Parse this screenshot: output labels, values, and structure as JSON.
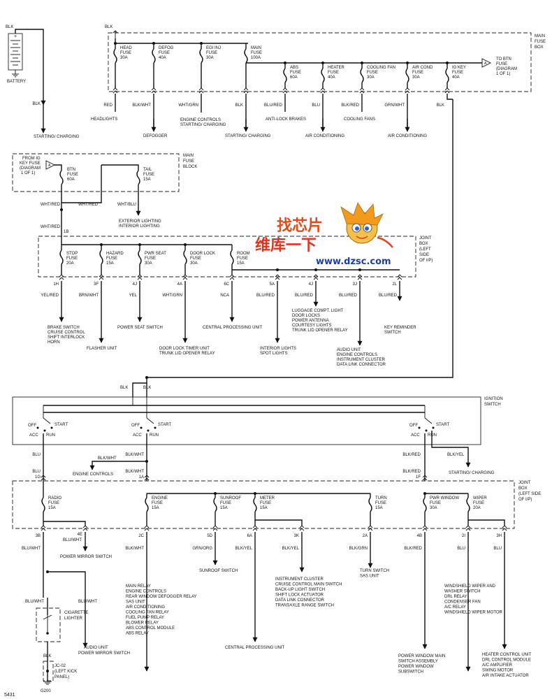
{
  "figure_id": "5431",
  "battery": {
    "label": "BATTERY",
    "wire": "BLK",
    "dest": "STARTING/ CHARGING"
  },
  "main_fuse_box": {
    "label": [
      "MAIN",
      "FUSE",
      "BOX"
    ],
    "feed_wire": "BLK",
    "to_btn": [
      "TO BTN",
      "FUSE",
      "(DIAGRAM",
      "1 OF 1)"
    ],
    "fuses": [
      {
        "name": [
          "HEAD",
          "FUSE",
          "30A"
        ],
        "wire": "RED",
        "dest": [
          "HEADLIGHTS"
        ]
      },
      {
        "name": [
          "DEFOG",
          "FUSE",
          "40A"
        ],
        "wire": "BLK/WHT",
        "dest": [
          "DEFOGGER"
        ]
      },
      {
        "name": [
          "EGI INJ",
          "FUSE",
          "30A"
        ],
        "wire": "WHT/GRN",
        "dest": [
          "ENGINE CONTROLS",
          "STARTING/ CHARGING"
        ]
      },
      {
        "name": [
          "MAIN",
          "FUSE",
          "100A"
        ],
        "wire": "BLK",
        "dest": [
          "STARTING/ CHARGING"
        ]
      },
      {
        "name": [
          "ABS",
          "FUSE",
          "60A"
        ],
        "wire": "BLU/RED",
        "dest": [
          "ANTI-LOCK BRAKES"
        ]
      },
      {
        "name": [
          "HEATER",
          "FUSE",
          "40A"
        ],
        "wire": "BLU",
        "dest": [
          "AIR CONDITIONING"
        ]
      },
      {
        "name": [
          "COOLING FAN",
          "FUSE",
          "30A"
        ],
        "wire": "BLK/RED",
        "dest": [
          "COOLING FANS"
        ]
      },
      {
        "name": [
          "AIR COND",
          "FUSE",
          "30A"
        ],
        "wire": "GRN/WHT",
        "dest": [
          "AIR CONDITIONING"
        ]
      },
      {
        "name": [
          "IG KEY",
          "FUSE",
          "40A"
        ],
        "wire": "BLK",
        "dest": []
      }
    ]
  },
  "main_fuse_block": {
    "label": [
      "MAIN",
      "FUSE",
      "BLOCK"
    ],
    "from": [
      "FROM IG",
      "KEY FUSE",
      "(DIAGRAM",
      "1 OF 1)"
    ],
    "btn_fuse": [
      "BTN",
      "FUSE",
      "60A"
    ],
    "tail_fuse": [
      "TAIL",
      "FUSE",
      "15A"
    ],
    "wire1": "WHT/RED",
    "wire2": "WHT/RED",
    "wire3": "WHT/BLU",
    "wire4": "WHT/RED",
    "pin": "1B",
    "tail_dest": [
      "EXTERIOR LIGHTING",
      "INTERIOR LIGHTING"
    ]
  },
  "joint_box_1": {
    "label": [
      "JOINT",
      "BOX",
      "(LEFT",
      "SIDE",
      "OF I/P)"
    ],
    "fuses": [
      {
        "name": [
          "STOP",
          "FUSE",
          "20A"
        ],
        "pin": "1H",
        "wire": "YEL/RED",
        "dest": [
          "BRAKE SWITCH",
          "CRUISE CONTROL",
          "SHIFT INTERLOCK",
          "HORN"
        ]
      },
      {
        "name": [
          "HAZARD",
          "FUSE",
          "15A"
        ],
        "pin": "3F",
        "wire": "BRN/WHT",
        "dest": [
          "FLASHER UNIT"
        ]
      },
      {
        "name": [
          "PWR SEAT",
          "FUSE",
          "30A"
        ],
        "pin": "4J",
        "wire": "YEL",
        "dest": [
          "POWER SEAT SWITCH"
        ]
      },
      {
        "name": [
          "DOOR LOCK",
          "FUSE",
          "30A"
        ],
        "pin": "4A",
        "wire": "WHT/GRN",
        "dest": [
          "DOOR LOCK TIMER UNIT",
          "TRUNK LID OPENER RELAY"
        ]
      },
      {
        "name": [
          "ROOM",
          "FUSE",
          "15A"
        ],
        "pin": "6C",
        "wire": "NCA",
        "dest": [
          "CENTRAL PROCESSING UNIT"
        ]
      }
    ],
    "room_branches": [
      {
        "pin": "5A",
        "wire": "BLU/RED",
        "dest": [
          "INTERIOR LIGHTS",
          "SPOT LIGHTS"
        ]
      },
      {
        "pin": "4J",
        "wire": "BLU/RED",
        "dest": [
          "LUGGAGE COMPT. LIGHT",
          "DOOR LOCKS",
          "POWER ANTENNA",
          "COURTESY LIGHTS",
          "TRUNK LID OPENER RELAY"
        ]
      },
      {
        "pin": "3J",
        "wire": "BLU/RED",
        "dest": [
          "AUDIO UNIT",
          "ENGINE CONTROLS",
          "INSTRUMENT CLUSTER",
          "DATA LINK CONNECTOR"
        ]
      },
      {
        "pin": "2L",
        "wire": "BLU/RED",
        "dest": [
          "KEY REMINDER",
          "SWITCH"
        ]
      }
    ]
  },
  "ignition": {
    "label": [
      "IGNITION",
      "SWITCH"
    ],
    "in_wires": [
      "BLK",
      "BLK"
    ],
    "positions": {
      "off": "OFF",
      "acc": "ACC",
      "start": "START",
      "run": "RUN"
    },
    "out_wires": {
      "acc1": "BLU",
      "run1": "BLK/WHT",
      "acc2": "BLK/RED",
      "start": "BLK/YEL",
      "acc1_pin": "BLU",
      "run1_pin": "BLK/WHT",
      "acc2_pin": "BLK/RED",
      "pin_acc1": "1G",
      "pin_run1": "1A",
      "pin_acc2": "1F",
      "engine_branch_wire": "BLK/WHT",
      "engine_branch_dest": "ENGINE CONTROLS",
      "start_dest": "STARTING/ CHARGING"
    }
  },
  "joint_box_2": {
    "label": [
      "JOINT",
      "BOX",
      "(LEFT SIDE",
      "OF I/P)"
    ],
    "fuses": [
      {
        "name": [
          "RADIO",
          "FUSE",
          "15A"
        ],
        "pin": "3B",
        "wire": "BLU/WHT"
      },
      {
        "name": [
          "ENGINE",
          "FUSE",
          "15A"
        ],
        "pin": "2C",
        "wire": "BLK/WHT",
        "dest": [
          "MAIN RELAY",
          "ENGINE CONTROLS",
          "REAR WINDOW DEFOGGER RELAY",
          "SAS UNIT",
          "AIR CONDITIONING",
          "COOLING FAN RELAY",
          "FUEL PUMP RELAY",
          "BLOWER RELAY",
          "ABS CONTROL MODULE",
          "ABS RELAY"
        ]
      },
      {
        "name": [
          "SUNROOF",
          "FUSE",
          "15A"
        ],
        "pin": "5D",
        "wire": "GRN/ORG",
        "dest": [
          "SUNROOF SWITCH"
        ]
      },
      {
        "name": [
          "METER",
          "FUSE",
          "15A"
        ],
        "pin": "6A",
        "wire": "BLK/YEL",
        "dest": [
          "CENTRAL PROCESSING UNIT"
        ]
      },
      {
        "name": [
          "TURN",
          "FUSE",
          "15A"
        ],
        "pin": "2A",
        "wire": "BLK/GRN",
        "dest": [
          "TURN SWITCH",
          "SAS UNIT"
        ]
      },
      {
        "name": [
          "PWR WINDOW",
          "FUSE",
          "30A"
        ],
        "pin": "4B",
        "wire": "BLK/RED",
        "dest": [
          "POWER WINDOW MAIN",
          "SWITCH ASSEMBLY",
          "POWER WINDOW",
          "SUBSWITCH"
        ]
      },
      {
        "name": [
          "WIPER",
          "FUSE",
          "20A"
        ],
        "pin": "2I",
        "wire": "BLU",
        "dest": [
          "WINDSHIELD WIPER AND",
          "WASHER SWITCH",
          "DRL RELAY",
          "CONDENSER FAN",
          "A/C RELAY",
          "WINDSHIELD WIPER MOTOR"
        ]
      }
    ],
    "radio_branch": {
      "pin": "4E",
      "wire": "BLU/WHT",
      "dest": [
        "POWER MIRROR SWITCH"
      ]
    },
    "meter_branch": {
      "pin": "3K",
      "wire": "BLK/YEL",
      "dest": [
        "INSTRUMENT CLUSTER",
        "CRUISE CONTROL MAIN SWITCH",
        "BACK-UP LIGHT SWITCH",
        "SHIFT LOCK ACTUATOR",
        "DATA LINK CONNECTOR",
        "TRANSAXLE RANGE SWITCH"
      ]
    },
    "extra_branch": {
      "pin": "3H",
      "wire": "BLU",
      "dest": [
        "HEATER CONTROL UNIT",
        "DRL CONTROL MODULE",
        "A/C AMPLIFIER",
        "SWING MOTOR",
        "AIR INTAKE ACTUATOR"
      ]
    }
  },
  "cigarette": {
    "label": [
      "CIGARETTE",
      "LIGHTER"
    ],
    "wire_in": "BLU/WHT",
    "wire_out": "BLU/WHT",
    "wire_gnd": "BLK",
    "dest": [
      "AUDIO UNIT",
      "POWER MIRROR SWITCH"
    ],
    "connector": [
      "JC-02",
      "(LEFT KICK",
      "PANEL)"
    ],
    "ground": "G200"
  },
  "watermark": {
    "logo": "找芯片",
    "cn": "维库一下",
    "url": "www.dzsc.com"
  }
}
